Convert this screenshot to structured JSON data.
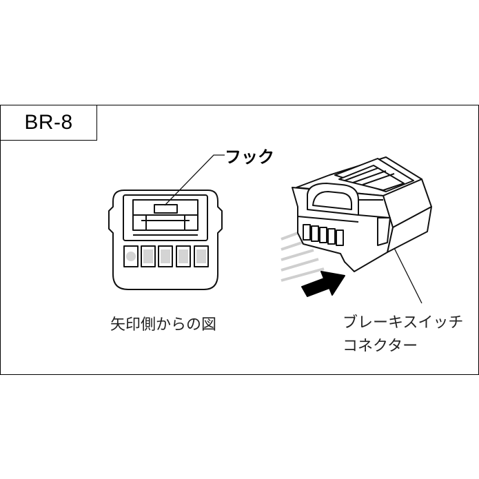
{
  "diagram": {
    "code": "BR-8",
    "hook_label": "フック",
    "view_label": "矢印側からの図",
    "connector_label_line1": "ブレーキスイッチ",
    "connector_label_line2": "コネクター"
  },
  "colors": {
    "line": "#111111",
    "terminal_fill": "#d4d4d4",
    "arrow_fill": "#000000"
  }
}
